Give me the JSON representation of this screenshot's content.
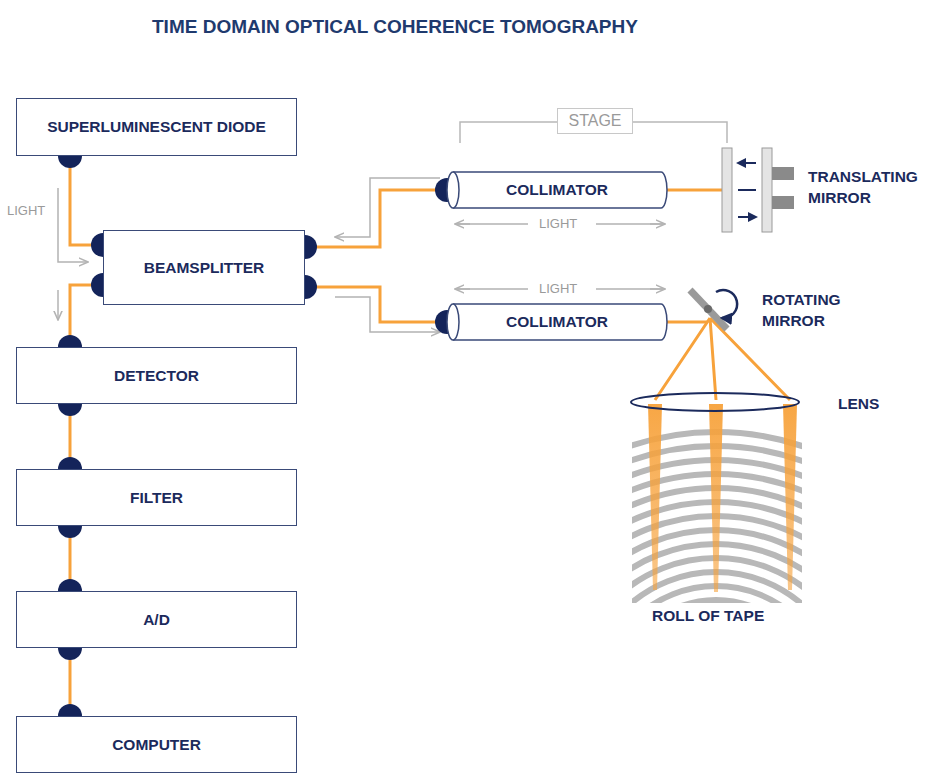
{
  "diagram": {
    "title": "TIME DOMAIN OPTICAL COHERENCE TOMOGRAPHY",
    "nodes": [
      {
        "text": [
          "SUPERLUMINESCENT DIODE"
        ]
      },
      {
        "text": [
          "BEAMSPLITTER"
        ]
      },
      {
        "text": [
          "DETECTOR"
        ]
      },
      {
        "text": [
          "FILTER"
        ]
      },
      {
        "text": [
          "A/D"
        ]
      },
      {
        "text": [
          "COMPUTER"
        ]
      },
      {
        "text": [
          "COLLIMATOR"
        ]
      },
      {
        "text": [
          "COLLIMATOR"
        ]
      }
    ],
    "edges": [
      {
        "from": 0,
        "to": 1,
        "arrow": "none"
      },
      {
        "from": 1,
        "to": 6,
        "arrow": "none"
      },
      {
        "from": 1,
        "to": 7,
        "arrow": "none"
      },
      {
        "from": 1,
        "to": 2,
        "arrow": "none"
      },
      {
        "from": 2,
        "to": 3,
        "arrow": "none"
      },
      {
        "from": 3,
        "to": 4,
        "arrow": "none"
      },
      {
        "from": 4,
        "to": 5,
        "arrow": "none"
      }
    ],
    "labels": [
      "STAGE",
      "TRANSLATING MIRROR",
      "LIGHT",
      "LIGHT",
      "LIGHT",
      "ROTATING MIRROR",
      "LENS",
      "ROLL OF TAPE"
    ]
  }
}
